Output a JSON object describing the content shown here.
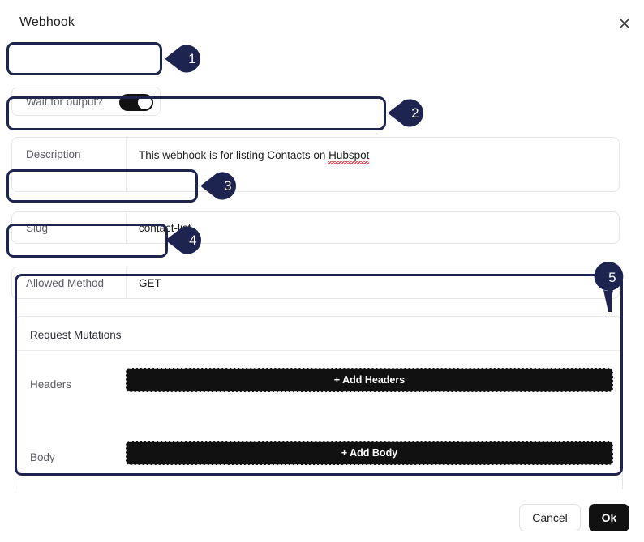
{
  "dialog": {
    "title": "Webhook",
    "close_icon": "close-icon"
  },
  "scrollbar": {
    "name": "vertical-scrollbar"
  },
  "fields": {
    "wait_for_output": {
      "label": "Wait for output?",
      "toggle_state": "on"
    },
    "description": {
      "label": "Description",
      "value": "This webhook is for listing Contacts on ",
      "misspelled_word": "Hubspot"
    },
    "slug": {
      "label": "Slug",
      "value": "contact-list"
    },
    "allowed_method": {
      "label": "Allowed Method",
      "value": "GET",
      "chevron_icon": "chevron-down-icon"
    }
  },
  "request_mutations": {
    "title": "Request Mutations",
    "rows": [
      {
        "label": "Headers",
        "button_label": "+ Add Headers"
      },
      {
        "label": "Body",
        "button_label": "+ Add Body"
      }
    ]
  },
  "footer": {
    "cancel_label": "Cancel",
    "ok_label": "Ok"
  },
  "annotations": {
    "callouts": [
      {
        "number": "1",
        "target": "wait-for-output-row"
      },
      {
        "number": "2",
        "target": "description-row"
      },
      {
        "number": "3",
        "target": "slug-row"
      },
      {
        "number": "4",
        "target": "allowed-method-row"
      },
      {
        "number": "5",
        "target": "request-mutations-card"
      }
    ],
    "highlight_color": "#1d2450"
  }
}
